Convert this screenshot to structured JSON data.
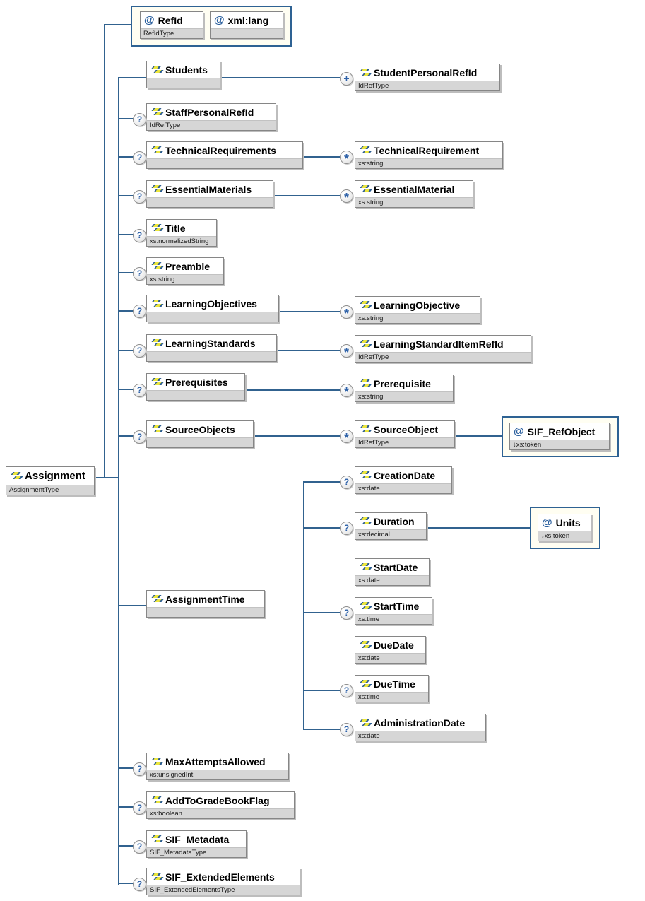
{
  "glyphs": {
    "attribute": "@",
    "optional": "?",
    "repeating": "*",
    "one_or_more": "+"
  },
  "colors": {
    "line": "#31628f",
    "container_border": "#2e6293",
    "container_bg": "#fffef2",
    "type_band": "#d6d6d6",
    "indicator_glyph": "#2f62a8",
    "icon_blue": "#2c5d92",
    "icon_yellow": "#ece63c"
  },
  "nodes": {
    "refId": {
      "label": "RefId",
      "type": "RefIdType"
    },
    "xmlLang": {
      "label": "xml:lang",
      "type": ""
    },
    "assignment": {
      "label": "Assignment",
      "type": "AssignmentType"
    },
    "students": {
      "label": "Students",
      "type": ""
    },
    "studentPersonalRefId": {
      "label": "StudentPersonalRefId",
      "type": "IdRefType"
    },
    "staffPersonalRefId": {
      "label": "StaffPersonalRefId",
      "type": "IdRefType"
    },
    "technicalRequirements": {
      "label": "TechnicalRequirements",
      "type": ""
    },
    "technicalRequirement": {
      "label": "TechnicalRequirement",
      "type": "xs:string"
    },
    "essentialMaterials": {
      "label": "EssentialMaterials",
      "type": ""
    },
    "essentialMaterial": {
      "label": "EssentialMaterial",
      "type": "xs:string"
    },
    "title": {
      "label": "Title",
      "type": "xs:normalizedString"
    },
    "preamble": {
      "label": "Preamble",
      "type": "xs:string"
    },
    "learningObjectives": {
      "label": "LearningObjectives",
      "type": ""
    },
    "learningObjective": {
      "label": "LearningObjective",
      "type": "xs:string"
    },
    "learningStandards": {
      "label": "LearningStandards",
      "type": ""
    },
    "learningStandardItemRefId": {
      "label": "LearningStandardItemRefId",
      "type": "IdRefType"
    },
    "prerequisites": {
      "label": "Prerequisites",
      "type": ""
    },
    "prerequisite": {
      "label": "Prerequisite",
      "type": "xs:string"
    },
    "sourceObjects": {
      "label": "SourceObjects",
      "type": ""
    },
    "sourceObject": {
      "label": "SourceObject",
      "type": "IdRefType"
    },
    "sifRefObject": {
      "label": "SIF_RefObject",
      "type": "↓xs:token"
    },
    "assignmentTime": {
      "label": "AssignmentTime",
      "type": ""
    },
    "creationDate": {
      "label": "CreationDate",
      "type": "xs:date"
    },
    "duration": {
      "label": "Duration",
      "type": "xs:decimal"
    },
    "units": {
      "label": "Units",
      "type": "↓xs:token"
    },
    "startDate": {
      "label": "StartDate",
      "type": "xs:date"
    },
    "startTime": {
      "label": "StartTime",
      "type": "xs:time"
    },
    "dueDate": {
      "label": "DueDate",
      "type": "xs:date"
    },
    "dueTime": {
      "label": "DueTime",
      "type": "xs:time"
    },
    "administrationDate": {
      "label": "AdministrationDate",
      "type": "xs:date"
    },
    "maxAttemptsAllowed": {
      "label": "MaxAttemptsAllowed",
      "type": "xs:unsignedInt"
    },
    "addToGradeBookFlag": {
      "label": "AddToGradeBookFlag",
      "type": "xs:boolean"
    },
    "sifMetadata": {
      "label": "SIF_Metadata",
      "type": "SIF_MetadataType"
    },
    "sifExtendedElements": {
      "label": "SIF_ExtendedElements",
      "type": "SIF_ExtendedElementsType"
    }
  }
}
